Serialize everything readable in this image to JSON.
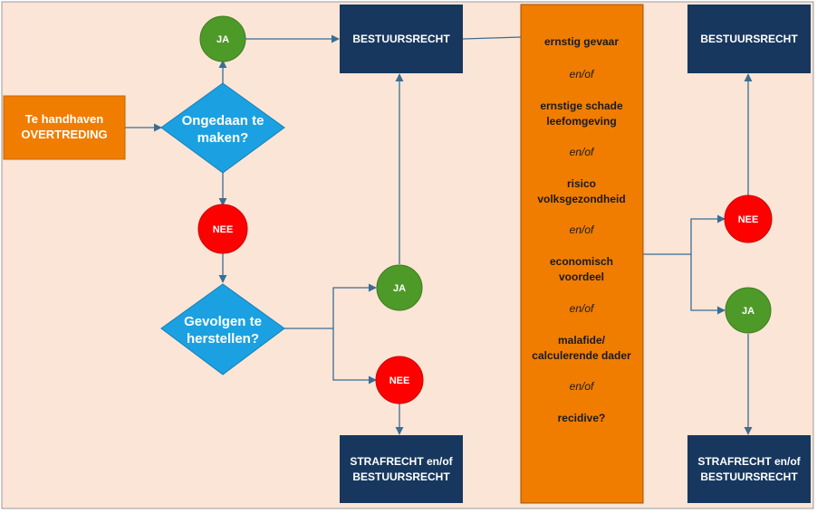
{
  "start": {
    "line1": "Te handhaven",
    "line2": "OVERTREDING"
  },
  "decision1": {
    "line1": "Ongedaan te",
    "line2": "maken?"
  },
  "decision2": {
    "line1": "Gevolgen te",
    "line2": "herstellen?"
  },
  "ja_label": "JA",
  "nee_label": "NEE",
  "bestuursrecht_label": "BESTUURSRECHT",
  "strafrecht": {
    "line1": "STRAFRECHT en/of",
    "line2": "BESTUURSRECHT"
  },
  "criteria": {
    "c1": "ernstig gevaar",
    "c2_line1": "ernstige schade",
    "c2_line2": "leefomgeving",
    "c3_line1": "risico",
    "c3_line2": "volksgezondheid",
    "c4_line1": "economisch",
    "c4_line2": "voordeel",
    "c5_line1": "malafide/",
    "c5_line2": "calculerende dader",
    "c6": "recidive?",
    "connector": "en/of"
  },
  "colors": {
    "background": "#fbe5d6",
    "orange": "#f07d00",
    "blue_box": "#17375e",
    "diamond": "#1ba1e2",
    "green": "#4e9a28",
    "red": "#ff0000",
    "connector": "#3a6d94"
  }
}
